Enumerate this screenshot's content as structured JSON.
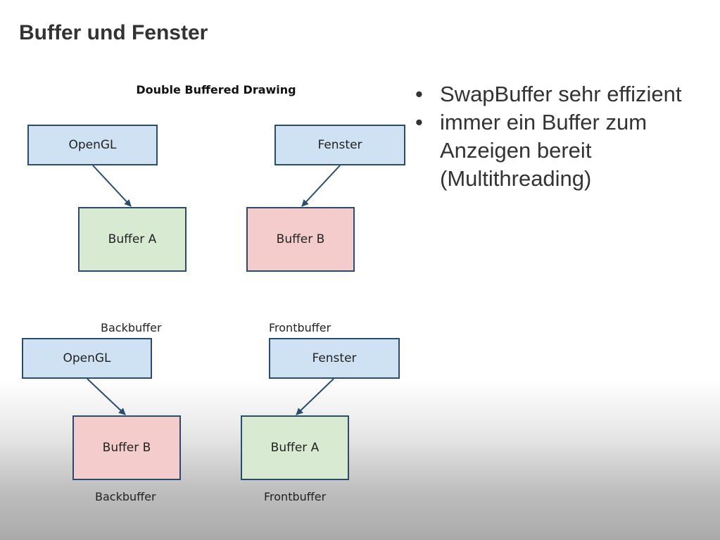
{
  "slide": {
    "title": "Buffer und Fenster"
  },
  "diagram": {
    "title": "Double Buffered Drawing",
    "top": {
      "opengl": "OpenGL",
      "fenster": "Fenster",
      "buffer_left": "Buffer A",
      "buffer_right": "Buffer B",
      "label_left": "Backbuffer",
      "label_right": "Frontbuffer"
    },
    "bottom": {
      "opengl": "OpenGL",
      "fenster": "Fenster",
      "buffer_left": "Buffer B",
      "buffer_right": "Buffer A",
      "label_left": "Backbuffer",
      "label_right": "Frontbuffer"
    },
    "colors": {
      "blue_box": "#cfe2f3",
      "green_box": "#d9ead3",
      "red_box": "#f4cccc",
      "border": "#2a4d6d"
    }
  },
  "bullets": [
    {
      "symbol": "•",
      "text": "SwapBuffer sehr effizient"
    },
    {
      "symbol": "•",
      "text": "immer ein Buffer zum Anzeigen bereit (Multithreading)"
    }
  ]
}
